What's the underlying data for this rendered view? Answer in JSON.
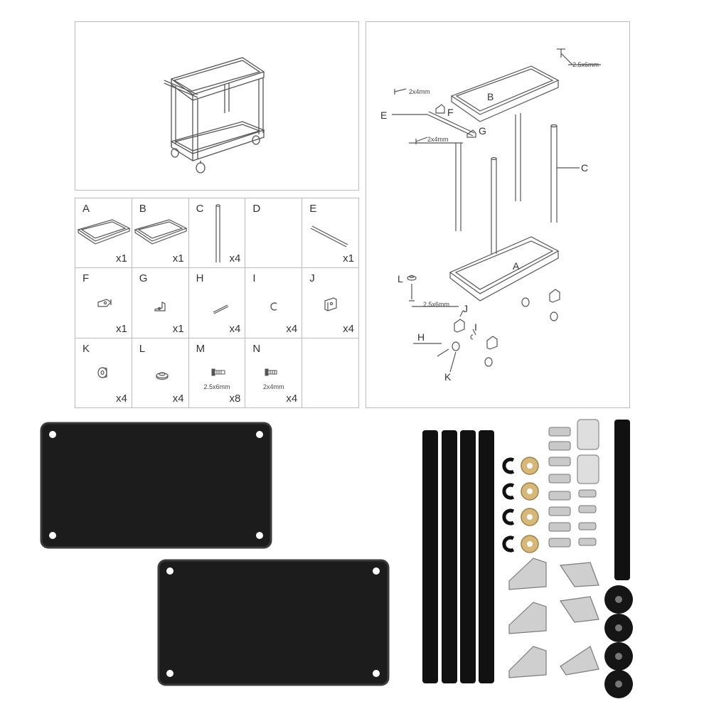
{
  "parts": [
    {
      "letter": "A",
      "qty": "x1",
      "icon": "tray-icon"
    },
    {
      "letter": "B",
      "qty": "x1",
      "icon": "tray-icon"
    },
    {
      "letter": "C",
      "qty": "x4",
      "icon": "rod-icon"
    },
    {
      "letter": "D",
      "qty": "",
      "icon": ""
    },
    {
      "letter": "E",
      "qty": "x1",
      "icon": "handle-bar-icon"
    },
    {
      "letter": "F",
      "qty": "x1",
      "icon": "bracket-icon"
    },
    {
      "letter": "G",
      "qty": "x1",
      "icon": "bracket-icon"
    },
    {
      "letter": "H",
      "qty": "x4",
      "icon": "pin-icon"
    },
    {
      "letter": "I",
      "qty": "x4",
      "icon": "clip-icon"
    },
    {
      "letter": "J",
      "qty": "x4",
      "icon": "wheel-mount-icon"
    },
    {
      "letter": "K",
      "qty": "x4",
      "icon": "wheel-icon"
    },
    {
      "letter": "L",
      "qty": "x4",
      "icon": "washer-icon"
    },
    {
      "letter": "M",
      "qty": "x8",
      "dim": "2.5x6mm",
      "icon": "screw-icon"
    },
    {
      "letter": "N",
      "qty": "x4",
      "dim": "2x4mm",
      "icon": "screw-icon"
    },
    {
      "letter": "",
      "qty": "",
      "icon": ""
    }
  ],
  "assembly": {
    "screw_top": "2.5x6mm",
    "screw_f": "2x4mm",
    "screw_g": "2x4mm",
    "screw_bottom": "2.5x6mm",
    "labels": {
      "A": "A",
      "B": "B",
      "C": "C",
      "E": "E",
      "F": "F",
      "G": "G",
      "H": "H",
      "I": "I",
      "J": "J",
      "K": "K",
      "L": "L"
    }
  },
  "colors": {
    "line": "#555555",
    "plate": "#1c1c1c",
    "rod": "#111111",
    "metal": "#c9c9c9",
    "brass": "#d7b878"
  }
}
